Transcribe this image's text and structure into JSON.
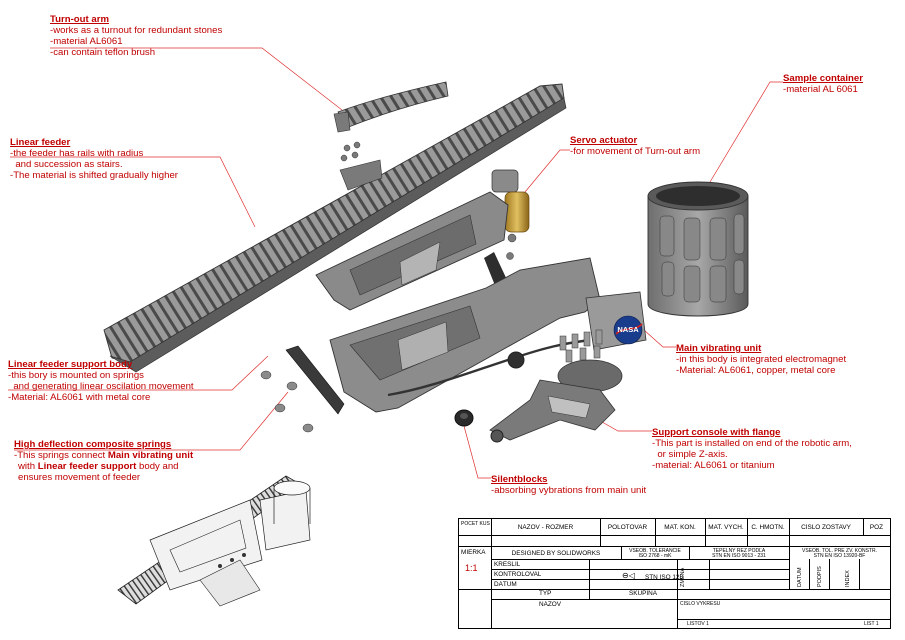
{
  "labels": {
    "turnout": {
      "title": "Turn-out arm",
      "lines": [
        "-works as a turnout for redundant stones",
        "-material AL6061",
        "-can contain teflon brush"
      ]
    },
    "sample": {
      "title": "Sample container",
      "lines": [
        "-material AL 6061"
      ]
    },
    "servo": {
      "title": "Servo actuator",
      "lines": [
        "-for movement of Turn-out arm"
      ]
    },
    "feeder": {
      "title": "Linear feeder",
      "lines": [
        "-the feeder has rails with radius",
        "  and succession as stairs.",
        "-The material is shifted gradually higher"
      ]
    },
    "support": {
      "title": "Linear feeder support body",
      "lines": [
        "-this bory is mounted on springs",
        "  and generating linear oscilation movement",
        "-Material: AL6061 with metal core"
      ]
    },
    "mainunit": {
      "title": "Main vibrating unit",
      "lines": [
        "-in this body is integrated electromagnet",
        "-Material: AL6061, copper, metal core"
      ]
    },
    "springs": {
      "title": "High deflection composite springs",
      "line1": "-This springs connect",
      "line1b": "Main vibrating unit",
      "line2a": "with",
      "line2b": "Linear feeder support",
      "line2c": "body and",
      "line3": "ensures movement of feeder"
    },
    "console": {
      "title": "Support console with flange",
      "lines": [
        "-This part is installed on end of the robotic arm,",
        "  or simple Z-axis.",
        "-material: AL6061 or titanium"
      ]
    },
    "silent": {
      "title": "Silentblocks",
      "lines": [
        "-absorbing vybrations from main unit"
      ]
    }
  },
  "logo": "NASA",
  "colors": {
    "accent": "#c00000",
    "metal": "#8a8a8a",
    "metal_dark": "#4a4a4a",
    "gold": "#c8a040",
    "nasa": "#1a3c8c"
  },
  "titleblock": {
    "pocet_kusov": "POČET KUSOV",
    "nazov_rozmer": "NÁZOV - ROZMER",
    "polotovar": "POLOTOVAR",
    "mat_kon": "MAT. KON.",
    "mat_vych": "MAT. VÝCH.",
    "c_hmotn": "Č. HMOTN.",
    "cislo_zostavy": "ČÍSLO ZOSTAVY",
    "poz": "POZ",
    "mierka": "MIERKA",
    "scale": "1:1",
    "designed": "DESIGNED BY SOLIDWORKS",
    "tolerancie1": "VŠEOB. TOLERANCIE",
    "tolerancie2": "ISO 2768 - mK",
    "tepelny1": "TEPELNÝ REZ PODĽA",
    "tepelny2": "STN EN ISO 9013 - 231",
    "vseob1": "VŠEOB. TOL. PRE ZV. KONŠTR.",
    "vseob2": "STN EN ISO 13920-BF",
    "kreslil": "KRESLIL",
    "kontroloval": "KONTROLOVAL",
    "datum": "DÁTUM",
    "stn128": "STN ISO 128",
    "zmena": "ZMENA",
    "datum_v": "DÁTUM",
    "podpis": "PODPIS",
    "index": "INDEX",
    "typ": "TYP",
    "skupina": "SKUPINA",
    "nazov": "NÁZOV",
    "cislo_vykresu": "ČÍSLO VÝKRESU",
    "listov": "LISTOV  1",
    "list": "LIST  1"
  }
}
